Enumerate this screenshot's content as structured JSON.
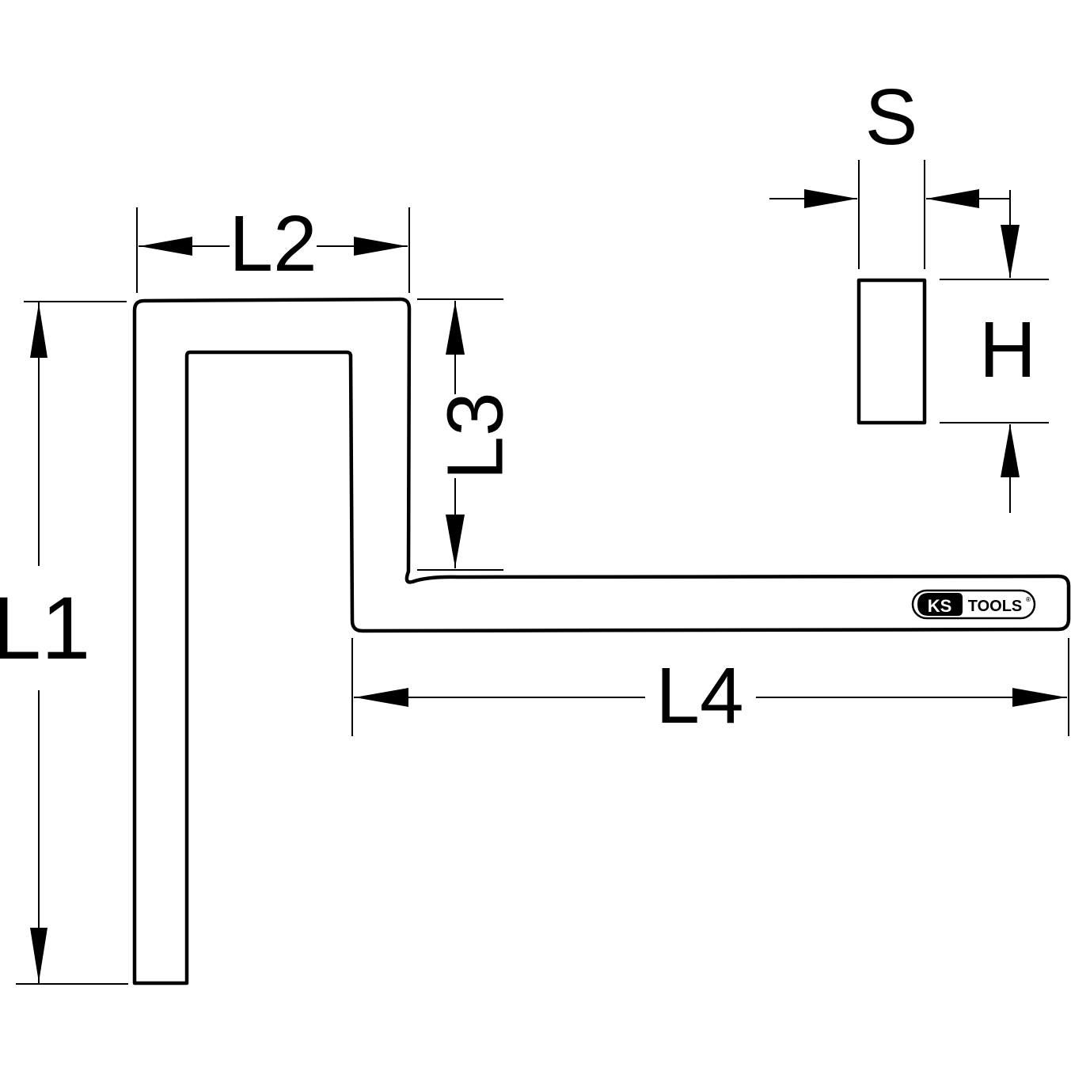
{
  "labels": {
    "l1": "L1",
    "l2": "L2",
    "l3": "L3",
    "l4": "L4",
    "s": "S",
    "h": "H"
  },
  "logo": {
    "ks": "KS",
    "tools": "TOOLS",
    "mark": "®"
  },
  "colors": {
    "line": "#000000",
    "background": "#ffffff"
  }
}
